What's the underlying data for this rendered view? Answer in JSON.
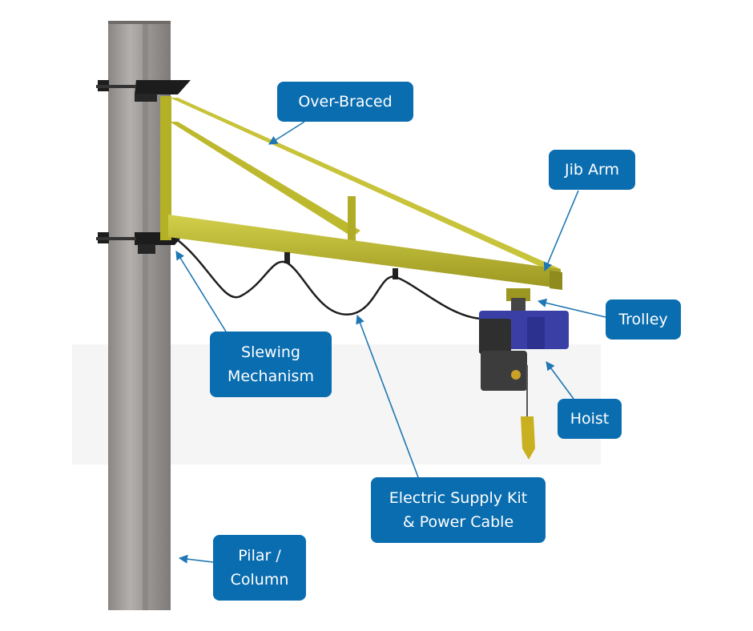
{
  "labels": {
    "over_braced": "Over-Braced",
    "jib_arm": "Jib Arm",
    "trolley": "Trolley",
    "hoist": "Hoist",
    "slewing_mechanism": [
      "Slewing",
      "Mechanism"
    ],
    "electric_supply": [
      "Electric Supply Kit",
      "& Power Cable"
    ],
    "pillar": [
      "Pilar /",
      "Column"
    ]
  },
  "colors": {
    "label_bg": "#0a6db0",
    "label_text": "#ffffff",
    "jib_yellow": "#b8b42a",
    "pillar_gray": "#9a9694",
    "hoist_blue": "#3a3fa6",
    "leader_line": "#1f77b4"
  }
}
